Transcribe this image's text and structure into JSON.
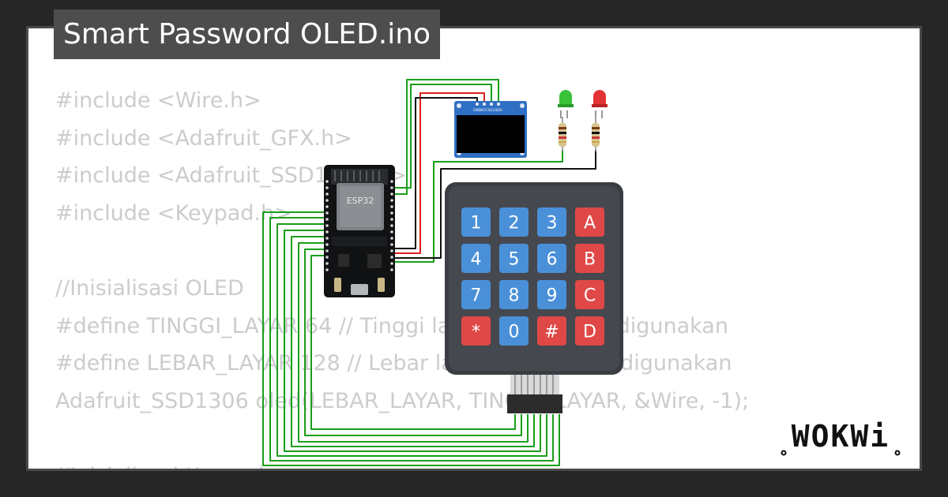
{
  "title": "Smart Password OLED.ino",
  "code_lines": [
    "#include <Wire.h>",
    "#include <Adafruit_GFX.h>",
    "#include <Adafruit_SSD1306.h>",
    "#include <Keypad.h>",
    "",
    "//Inisialisasi OLED",
    "#define TINGGI_LAYAR 64 // Tinggi layar OLED yang digunakan",
    "#define LEBAR_LAYAR 128 // Lebar layar OLED yang digunakan",
    "Adafruit_SSD1306 oled(LEBAR_LAYAR, TINGGI_LAYAR, &Wire, -1);",
    "",
    "//Inisialisasi Keypad"
  ],
  "esp32_label": "ESP32",
  "oled_pins": [
    "GND",
    "VCC",
    "SCL",
    "SDA"
  ],
  "keypad_keys": [
    [
      "1",
      "2",
      "3",
      "A"
    ],
    [
      "4",
      "5",
      "6",
      "B"
    ],
    [
      "7",
      "8",
      "9",
      "C"
    ],
    [
      "*",
      "0",
      "#",
      "D"
    ]
  ],
  "brand": "WOKWi",
  "colors": {
    "wire_green": "#1a9e1a",
    "wire_red": "#e0201c",
    "wire_black": "#111111",
    "key_blue": "#4a90d9",
    "key_red": "#e04848",
    "keypad_body": "#3a3d42",
    "led_green": "#3ac13a",
    "led_red": "#e23434",
    "oled_blue": "#2f6fc4"
  }
}
